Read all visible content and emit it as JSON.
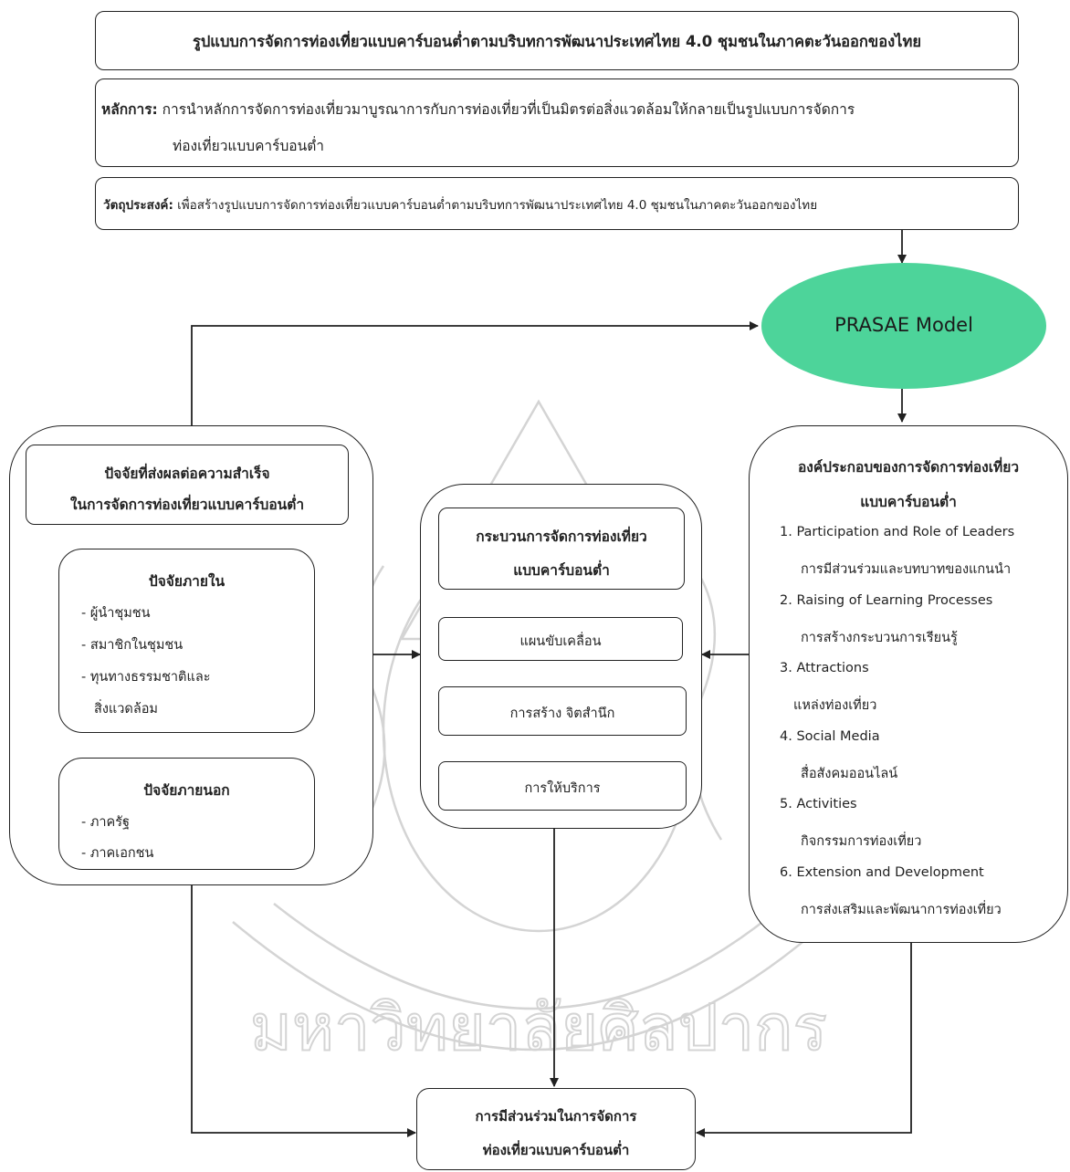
{
  "title": "รูปแบบการจัดการท่องเที่ยวแบบคาร์บอนต่ำตามบริบทการพัฒนาประเทศไทย 4.0 ชุมชนในภาคตะวันออกของไทย",
  "principle": {
    "label": "หลักการ:",
    "line1": "การนำหลักการจัดการท่องเที่ยวมาบูรณาการกับการท่องเที่ยวที่เป็นมิตรต่อสิ่งแวดล้อมให้กลายเป็นรูปแบบการจัดการ",
    "line2": "ท่องเที่ยวแบบคาร์บอนต่ำ"
  },
  "objective": {
    "label": "วัตถุประสงค์:",
    "text": "เพื่อสร้างรูปแบบการจัดการท่องเที่ยวแบบคาร์บอนต่ำตามบริบทการพัฒนาประเทศไทย 4.0 ชุมชนในภาคตะวันออกของไทย"
  },
  "model": {
    "label": "PRASAE Model",
    "color": "#4dd49a"
  },
  "factors": {
    "title_line1": "ปัจจัยที่ส่งผลต่อความสำเร็จ",
    "title_line2": "ในการจัดการท่องเที่ยวแบบคาร์บอนต่ำ",
    "internal": {
      "title": "ปัจจัยภายใน",
      "items": [
        "- ผู้นำชุมชน",
        "- สมาชิกในชุมชน",
        "- ทุนทางธรรมชาติและ",
        "สิ่งแวดล้อม"
      ]
    },
    "external": {
      "title": "ปัจจัยภายนอก",
      "items": [
        "- ภาครัฐ",
        "- ภาคเอกชน"
      ]
    }
  },
  "process": {
    "title_line1": "กระบวนการจัดการท่องเที่ยว",
    "title_line2": "แบบคาร์บอนต่ำ",
    "steps": [
      "แผนขับเคลื่อน",
      "การสร้าง จิตสำนึก",
      "การให้บริการ"
    ]
  },
  "components": {
    "title_line1": "องค์ประกอบของการจัดการท่องเที่ยว",
    "title_line2": "แบบคาร์บอนต่ำ",
    "items": [
      {
        "en": "1. Participation and Role of Leaders",
        "th": "การมีส่วนร่วมและบทบาทของแกนนำ"
      },
      {
        "en": "2. Raising of Learning Processes",
        "th": "การสร้างกระบวนการเรียนรู้"
      },
      {
        "en": "3. Attractions",
        "th": "แหล่งท่องเที่ยว"
      },
      {
        "en": "4. Social Media",
        "th": "สื่อสังคมออนไลน์"
      },
      {
        "en": "5. Activities",
        "th": "กิจกรรมการท่องเที่ยว"
      },
      {
        "en": "6. Extension and Development",
        "th": "การส่งเสริมและพัฒนาการท่องเที่ยว"
      }
    ]
  },
  "participation": {
    "line1": "การมีส่วนร่วมในการจัดการ",
    "line2": "ท่องเที่ยวแบบคาร์บอนต่ำ"
  },
  "watermark": {
    "text": "มหาวิทยาลัยศิลปากร"
  }
}
